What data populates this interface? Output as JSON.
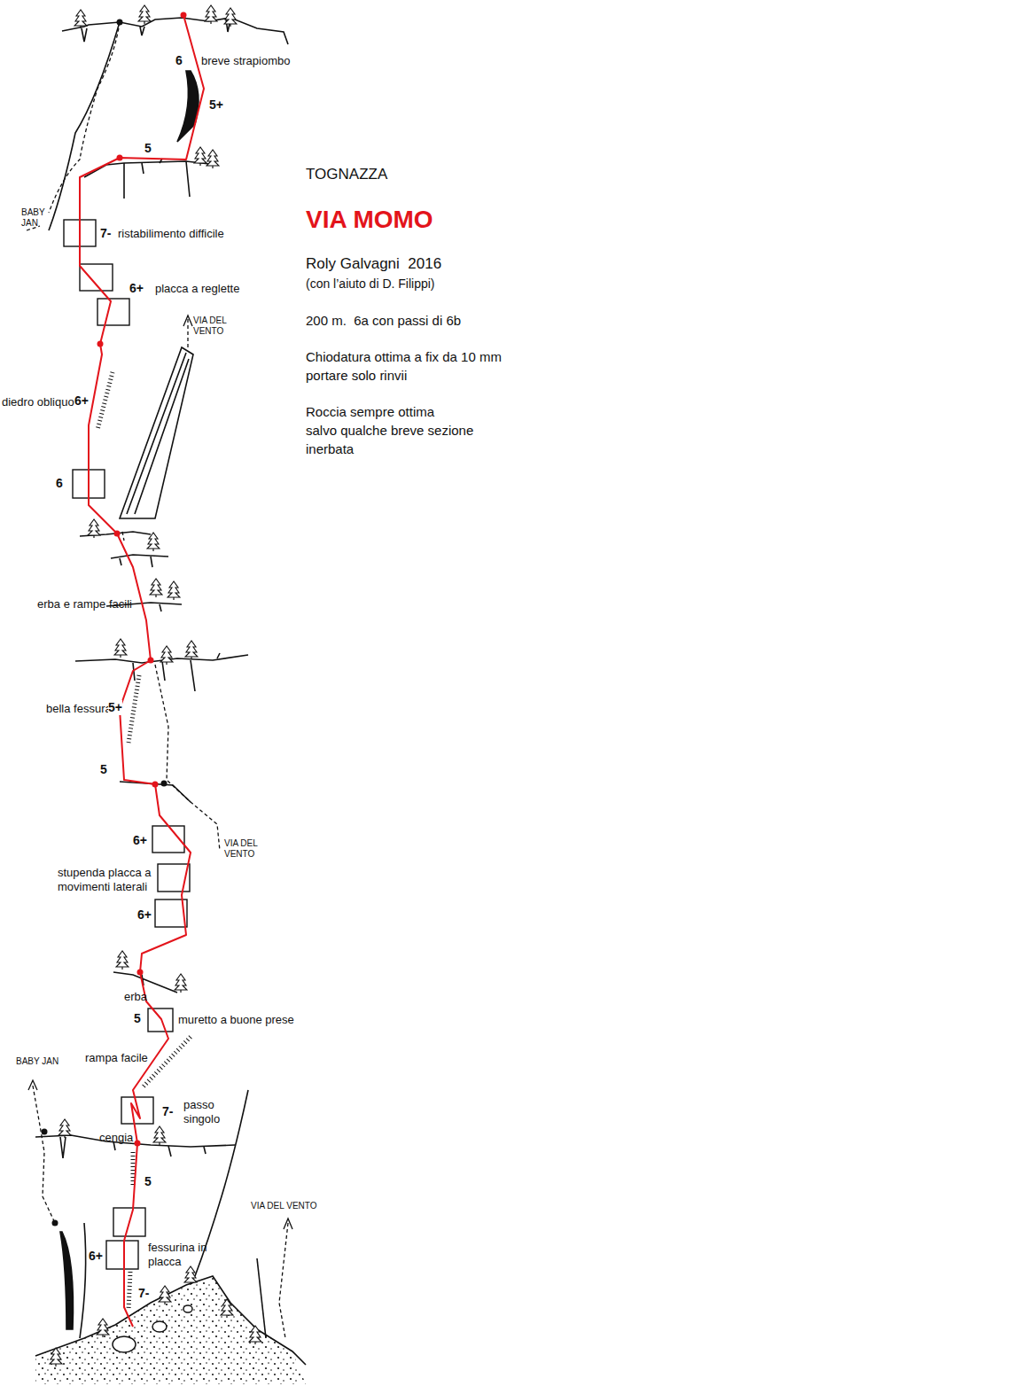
{
  "diagram": {
    "title": "VIA MOMO",
    "labels": [
      "6",
      "breve strapiombo",
      "5+",
      "5",
      "TOGNAZZA",
      "BABY JAN",
      "7-",
      "ristabilimento difficile",
      "Roly Galvagni  2016",
      "(con l’aiuto di D. Filippi)",
      "6+",
      "placca a reglette",
      "200 m.  6a con passi di 6b",
      "VIA DEL VENTO",
      "Chiodatura ottima a fix da 10 mm",
      "portare solo rinvii",
      "diedro obliquo",
      "6+",
      "Roccia sempre ottima",
      "salvo qualche breve sezione",
      "inerbata",
      "6",
      "erba e rampe facili",
      "bella fessura",
      "5+",
      "5",
      "6+",
      "VIA DEL VENTO",
      "stupenda placca a movimenti laterali",
      "6+",
      "erba",
      "5",
      "muretto a buone prese",
      "rampa facile",
      "BABY JAN",
      "7-",
      "passo singolo",
      "cengia",
      "5",
      "VIA DEL VENTO",
      "6+",
      "fessurina in placca",
      "7-"
    ]
  }
}
